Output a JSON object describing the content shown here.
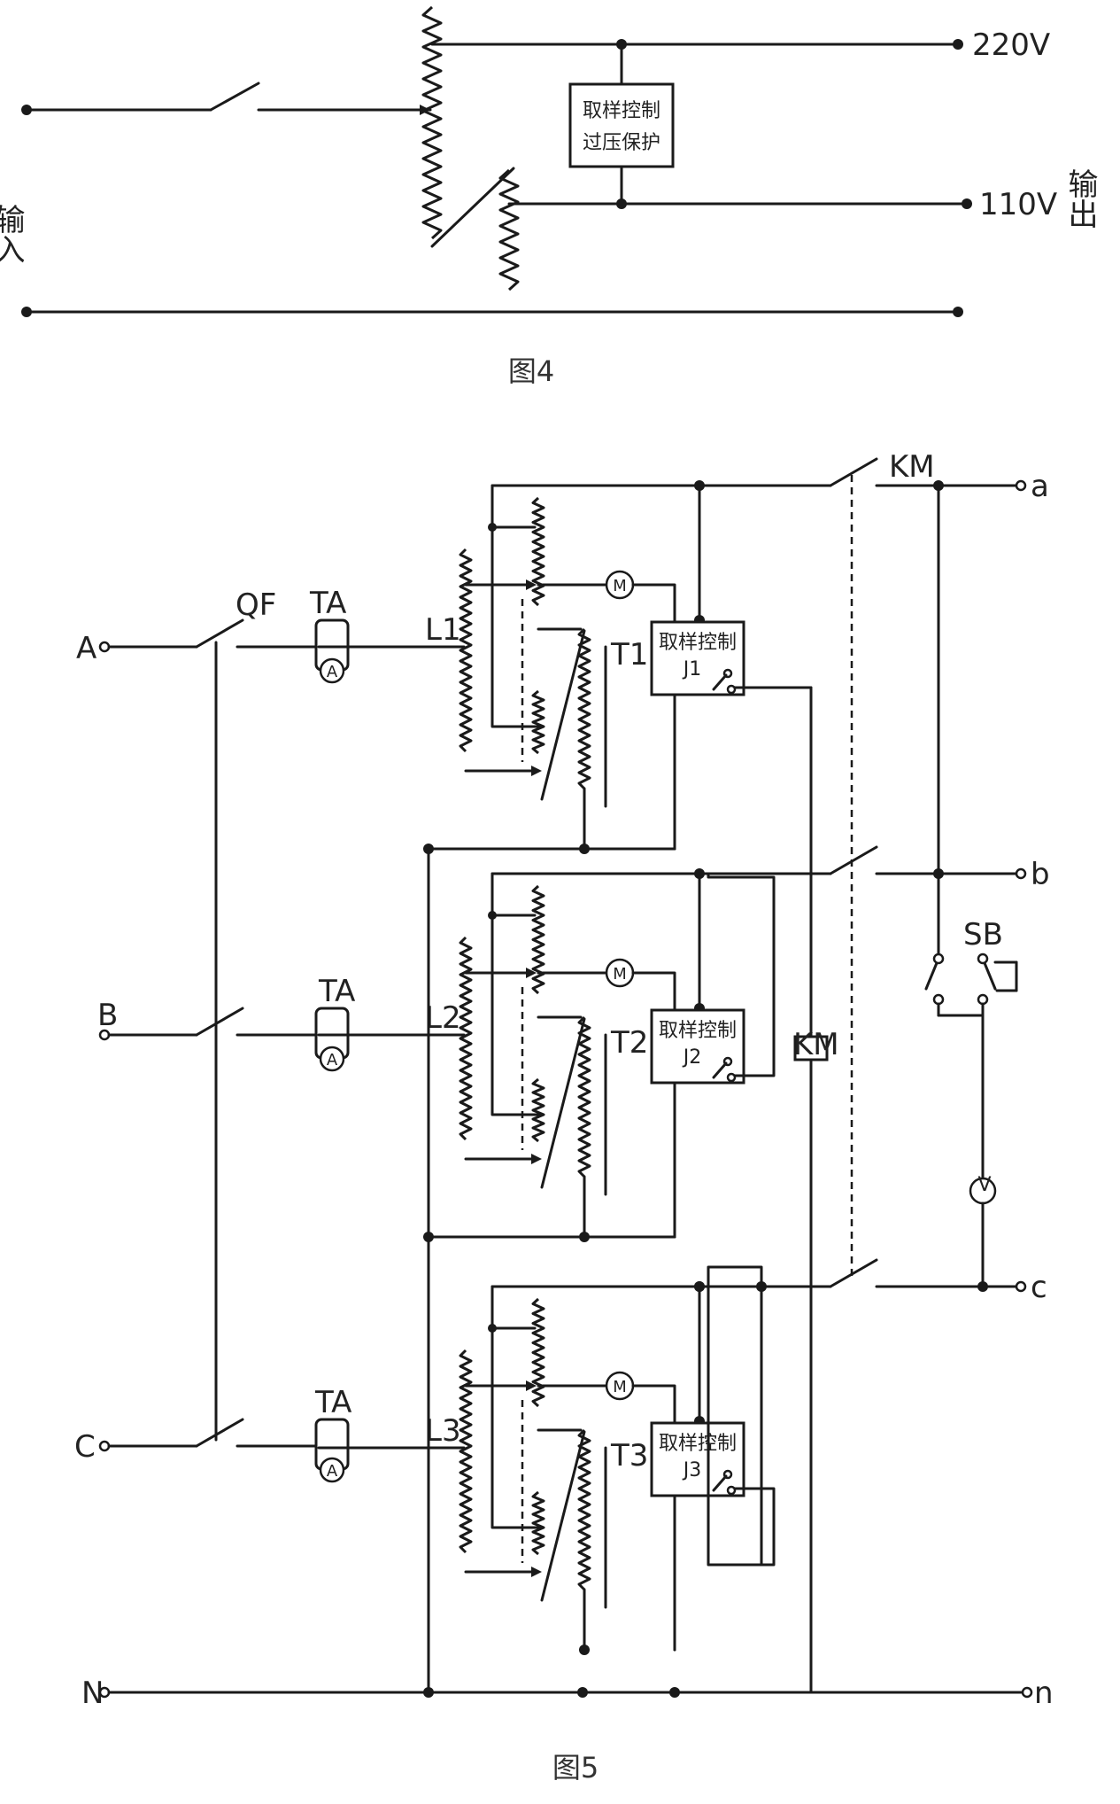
{
  "figure4": {
    "caption": "图4",
    "input_label": "输入",
    "output_label": "输出",
    "output_high": "220V",
    "output_low": "110V",
    "control_box_line1": "取样控制",
    "control_box_line2": "过压保护"
  },
  "figure5": {
    "caption": "图5",
    "phases_in": [
      "A",
      "B",
      "C",
      "N"
    ],
    "phases_out": [
      "a",
      "b",
      "c",
      "n"
    ],
    "breaker": "QF",
    "contactor": "KM",
    "contactor_coil": "KM",
    "button": "SB",
    "voltmeter": "V",
    "ammeter": "A",
    "motor": "M",
    "current_transformer": "TA",
    "regulators": [
      "L1",
      "L2",
      "L3"
    ],
    "transformers": [
      "T1",
      "T2",
      "T3"
    ],
    "control_box_label": "取样控制",
    "relays": [
      "J1",
      "J2",
      "J3"
    ]
  }
}
